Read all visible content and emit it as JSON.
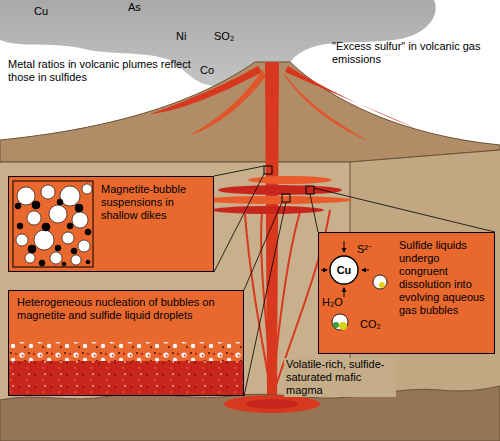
{
  "diagram": {
    "nodes": [
      {
        "text": [
          "Magnetite-bubble suspensions in shallow dikes"
        ]
      },
      {
        "text": [
          "Heterogeneous nucleation of bubbles on magnetite and sulfide liquid droplets"
        ]
      },
      {
        "text": [
          "Sulfide liquids undergo congruent dissolution into evolving aqueous gas bubbles"
        ]
      },
      {
        "text": [
          "Cu"
        ],
        "in": 2
      }
    ],
    "labels": [
      "Cu",
      "As",
      "Ni",
      "SO₂",
      "Co",
      "Metal ratios in volcanic plumes reflect those in sulfides",
      "\"Excess sulfur\" in volcanic gas emissions",
      "S²⁻",
      "H₂O",
      "CO₂",
      "Volatile-rich, sulfide-saturated mafic magma"
    ]
  }
}
